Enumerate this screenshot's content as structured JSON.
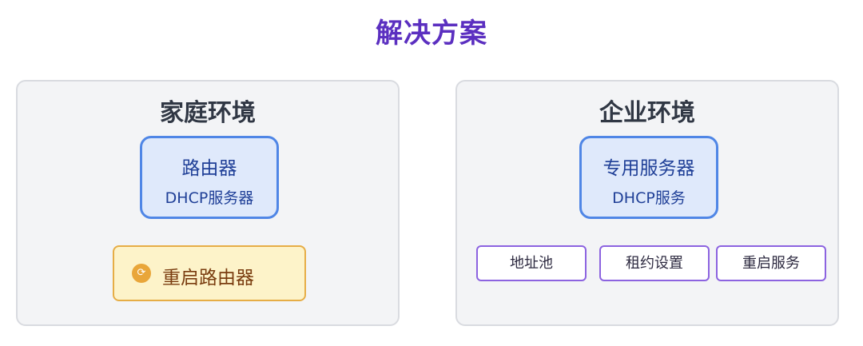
{
  "title": "解决方案",
  "home": {
    "title": "家庭环境",
    "server_name": "路由器",
    "server_sub": "DHCP服务器",
    "action_label": "重启路由器",
    "action_icon": "restart-icon"
  },
  "enterprise": {
    "title": "企业环境",
    "server_name": "专用服务器",
    "server_sub": "DHCP服务",
    "buttons": [
      "地址池",
      "租约设置",
      "重启服务"
    ]
  },
  "colors": {
    "title": "#5b2fc0",
    "server_border": "#4f86e6",
    "server_fill": "#dfe9fb",
    "action_fill": "#fdf3c9",
    "action_border": "#e6ad46",
    "button_border": "#8c63e0"
  }
}
